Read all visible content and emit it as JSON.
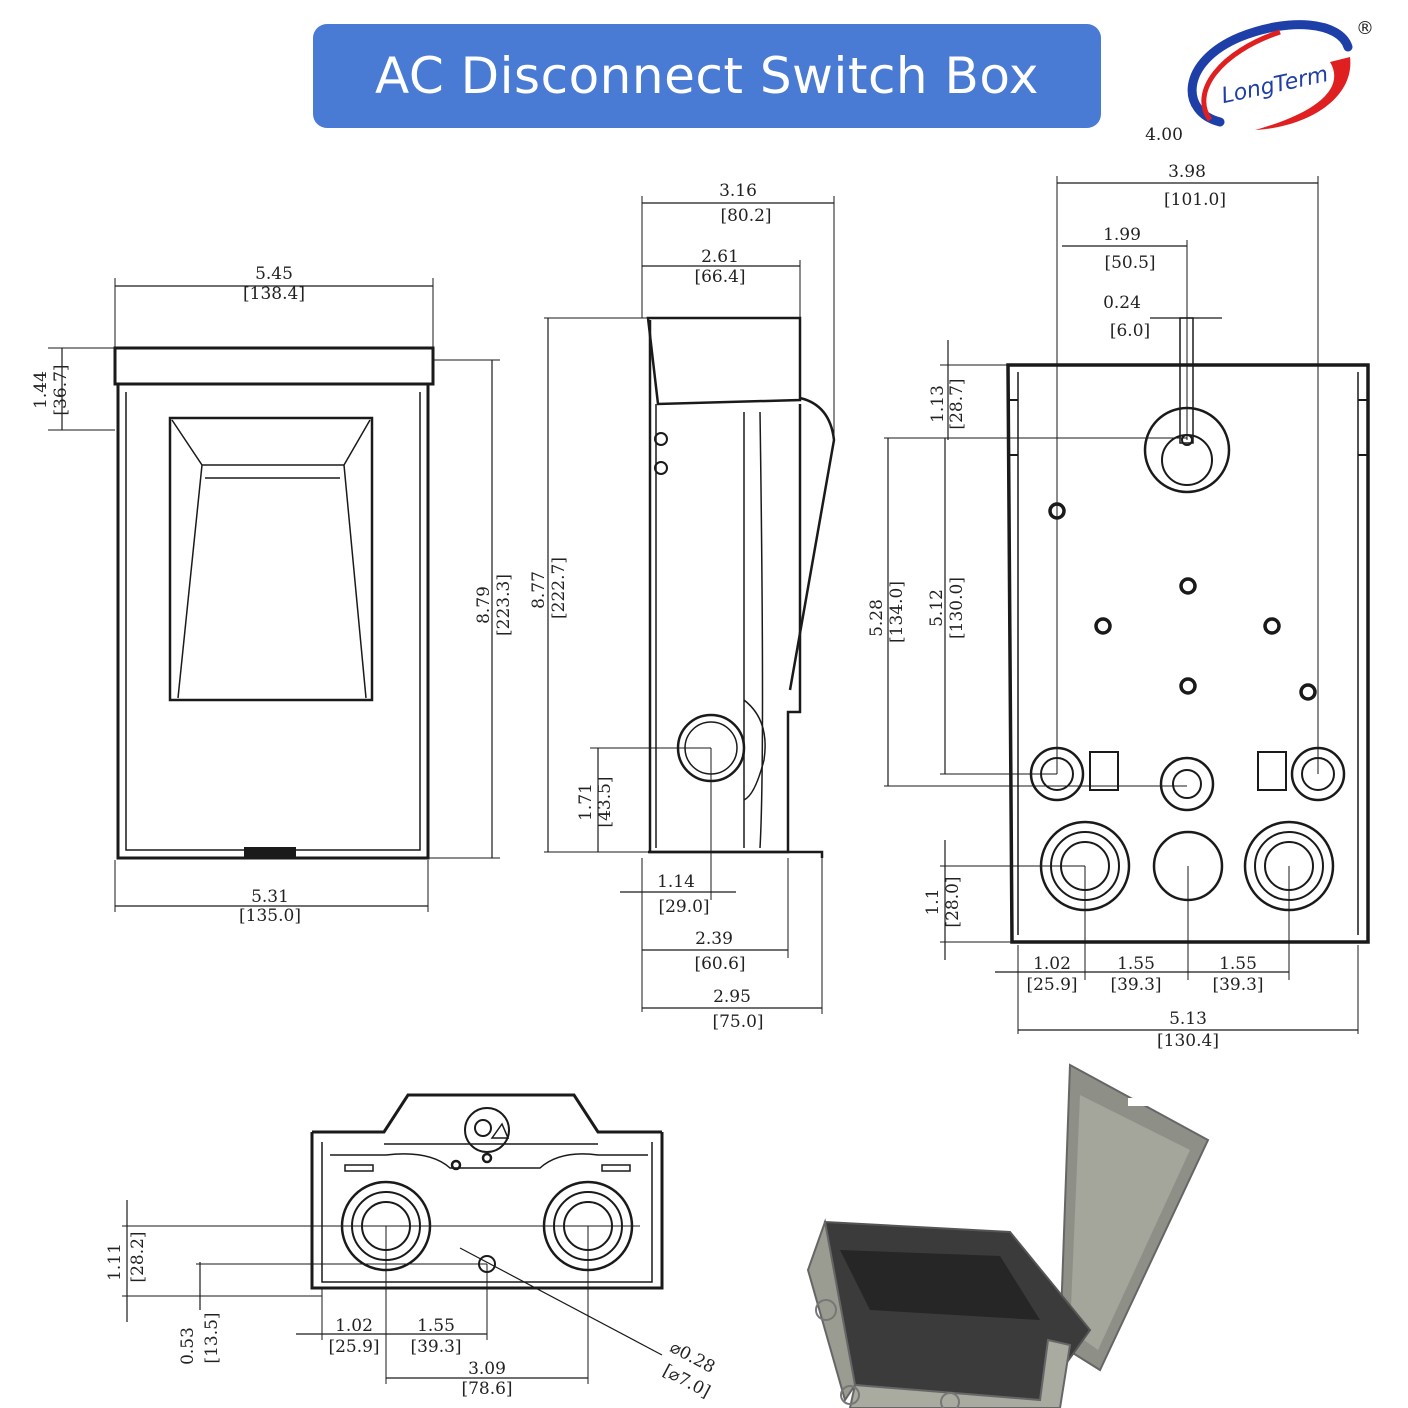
{
  "header": {
    "title": "AC Disconnect Switch Box"
  },
  "logo": {
    "text": "LongTerm",
    "mark": "®"
  },
  "colors": {
    "banner": "#4a7bd4",
    "logo_red": "#e02020",
    "logo_blue": "#1f3fa8",
    "line": "#1a1a1a"
  },
  "front_view": {
    "top_width": "5.45",
    "top_width_mm": "[138.4]",
    "hood": "1.44",
    "hood_mm": "[36.7]",
    "height": "8.79",
    "height_mm": "[223.3]",
    "bottom_width": "5.31",
    "bottom_width_mm": "[135.0]"
  },
  "side_view": {
    "overall_depth": "3.16",
    "overall_depth_mm": "[80.2]",
    "top_depth": "2.61",
    "top_depth_mm": "[66.4]",
    "height": "8.77",
    "height_mm": "[222.7]",
    "ko_height": "1.71",
    "ko_height_mm": "[43.5]",
    "ko_offset": "1.14",
    "ko_offset_mm": "[29.0]",
    "body_depth": "2.39",
    "body_depth_mm": "[60.6]",
    "base_depth": "2.95",
    "base_depth_mm": "[75.0]"
  },
  "back_view": {
    "outer_width": "4.00",
    "mount_width": "3.98",
    "mount_width_mm": "[101.0]",
    "center_offset": "1.99",
    "center_offset_mm": "[50.5]",
    "slot": "0.24",
    "slot_mm": "[6.0]",
    "top_hole": "1.13",
    "top_hole_mm": "[28.7]",
    "span_a": "5.28",
    "span_a_mm": "[134.0]",
    "span_b": "5.12",
    "span_b_mm": "[130.0]",
    "bottom_ko": "1.1",
    "bottom_ko_mm": "[28.0]",
    "ko_1": "1.02",
    "ko_1_mm": "[25.9]",
    "ko_2": "1.55",
    "ko_2_mm": "[39.3]",
    "ko_3": "1.55",
    "ko_3_mm": "[39.3]",
    "width": "5.13",
    "width_mm": "[130.4]"
  },
  "bottom_view": {
    "ko_height": "1.11",
    "ko_height_mm": "[28.2]",
    "hole_height": "0.53",
    "hole_height_mm": "[13.5]",
    "ko_1": "1.02",
    "ko_1_mm": "[25.9]",
    "ko_2": "1.55",
    "ko_2_mm": "[39.3]",
    "span": "3.09",
    "span_mm": "[78.6]",
    "hole_dia": "⌀0.28",
    "hole_dia_mm": "[⌀7.0]"
  }
}
